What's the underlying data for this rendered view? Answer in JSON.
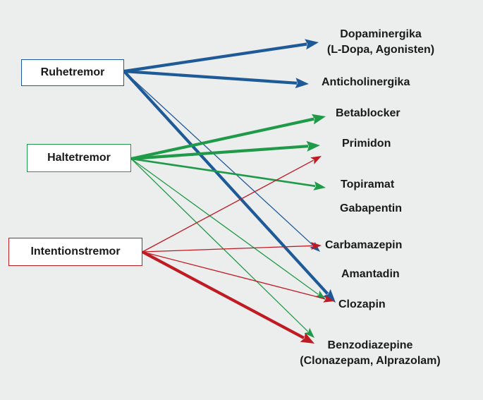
{
  "colors": {
    "background": "#eceded",
    "ruhe": "#1d5a97",
    "halte": "#1f9a48",
    "intention": "#c01a22"
  },
  "sources": {
    "ruhe": {
      "label": "Ruhetremor"
    },
    "halte": {
      "label": "Haltetremor"
    },
    "intention": {
      "label": "Intentionstremor"
    }
  },
  "targets": {
    "dopaminergika": {
      "line1": "Dopaminergika",
      "line2": "(L-Dopa, Agonisten)"
    },
    "anticholinergika": {
      "label": "Anticholinergika"
    },
    "betablocker": {
      "label": "Betablocker"
    },
    "primidon": {
      "label": "Primidon"
    },
    "topiramat": {
      "label": "Topiramat"
    },
    "gabapentin": {
      "label": "Gabapentin"
    },
    "carbamazepin": {
      "label": "Carbamazepin"
    },
    "amantadin": {
      "label": "Amantadin"
    },
    "clozapin": {
      "label": "Clozapin"
    },
    "benzodiazepine": {
      "line1": "Benzodiazepine",
      "line2": "(Clonazepam, Alprazolam)"
    }
  },
  "connections": [
    {
      "from": "ruhe",
      "to": "dopaminergika",
      "weight": "thick"
    },
    {
      "from": "ruhe",
      "to": "anticholinergika",
      "weight": "thick"
    },
    {
      "from": "ruhe",
      "to": "carbamazepin",
      "weight": "thin"
    },
    {
      "from": "ruhe",
      "to": "clozapin",
      "weight": "thick"
    },
    {
      "from": "halte",
      "to": "betablocker",
      "weight": "thick"
    },
    {
      "from": "halte",
      "to": "primidon",
      "weight": "thick"
    },
    {
      "from": "halte",
      "to": "topiramat",
      "weight": "medium"
    },
    {
      "from": "halte",
      "to": "clozapin",
      "weight": "thin"
    },
    {
      "from": "halte",
      "to": "benzodiazepine",
      "weight": "thin"
    },
    {
      "from": "intention",
      "to": "primidon",
      "weight": "thin"
    },
    {
      "from": "intention",
      "to": "carbamazepin",
      "weight": "thin"
    },
    {
      "from": "intention",
      "to": "clozapin",
      "weight": "thin"
    },
    {
      "from": "intention",
      "to": "benzodiazepine",
      "weight": "thick"
    }
  ]
}
